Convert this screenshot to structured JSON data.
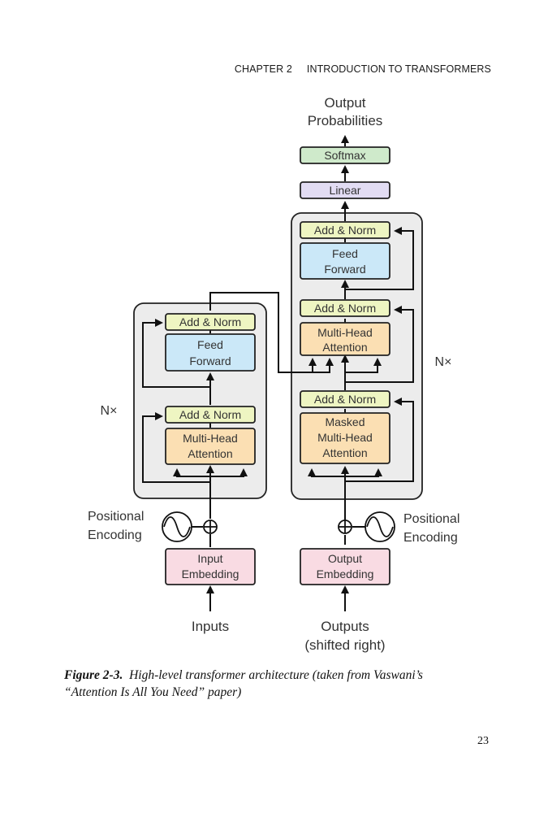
{
  "header": {
    "chapter": "CHAPTER 2",
    "title": "INTRODUCTION TO TRANSFORMERS"
  },
  "figure": {
    "output_probabilities": {
      "line1": "Output",
      "line2": "Probabilities"
    },
    "softmax": "Softmax",
    "linear": "Linear",
    "encoder": {
      "add_norm_top": "Add & Norm",
      "feed_forward": {
        "line1": "Feed",
        "line2": "Forward"
      },
      "add_norm_bottom": "Add & Norm",
      "multi_head_attention": {
        "line1": "Multi-Head",
        "line2": "Attention"
      },
      "repeat": "N×"
    },
    "decoder": {
      "add_norm_top": "Add & Norm",
      "feed_forward": {
        "line1": "Feed",
        "line2": "Forward"
      },
      "add_norm_mid": "Add & Norm",
      "multi_head_attention": {
        "line1": "Multi-Head",
        "line2": "Attention"
      },
      "add_norm_bottom": "Add & Norm",
      "masked_attention": {
        "line1": "Masked",
        "line2": "Multi-Head",
        "line3": "Attention"
      },
      "repeat": "N×"
    },
    "positional_encoding_left": {
      "line1": "Positional",
      "line2": "Encoding"
    },
    "positional_encoding_right": {
      "line1": "Positional",
      "line2": "Encoding"
    },
    "input_embedding": {
      "line1": "Input",
      "line2": "Embedding"
    },
    "output_embedding": {
      "line1": "Output",
      "line2": "Embedding"
    },
    "inputs": "Inputs",
    "outputs": {
      "line1": "Outputs",
      "line2": "(shifted right)"
    },
    "colors": {
      "add_norm": "#eef5c2",
      "feed_forward": "#cbe8f8",
      "attention": "#fbdfb3",
      "embedding": "#f9dbe3",
      "softmax": "#cfeacb",
      "linear": "#e2dcf3",
      "block_bg": "#ececec"
    }
  },
  "caption": {
    "label": "Figure 2-3.",
    "text": "High-level transformer architecture (taken from Vaswani’s “Attention Is All You Need” paper)"
  },
  "page_number": "23"
}
